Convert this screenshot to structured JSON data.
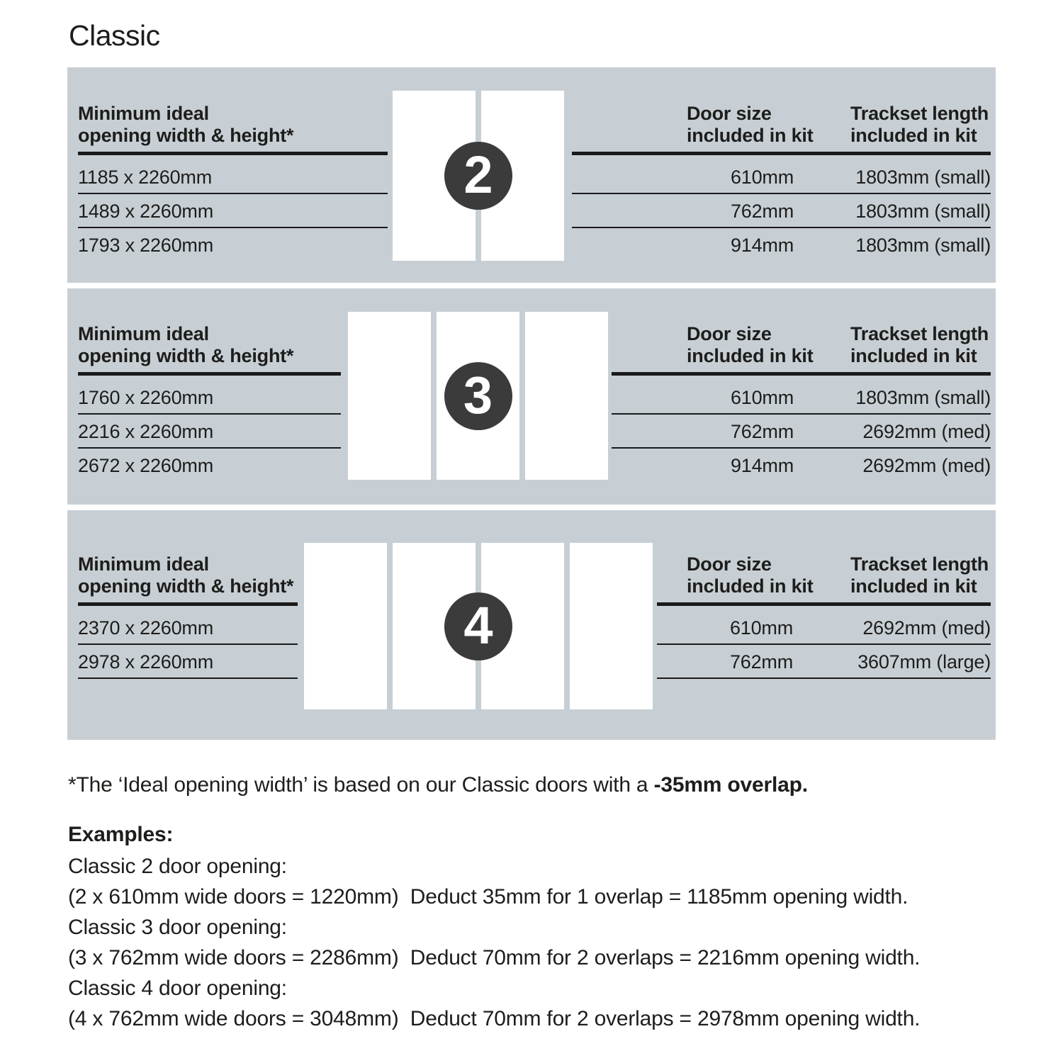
{
  "title": "Classic",
  "colors": {
    "panel": "#c7cfd5",
    "badge": "#3b3b3b",
    "line": "#1a1a1a",
    "text": "#1d1d1b",
    "door": "#ffffff"
  },
  "sections": [
    {
      "badge": "2",
      "opening_header": "Minimum ideal\nopening width & height*",
      "door_header": "Door size\nincluded in kit",
      "track_header": "Trackset length\nincluded in kit",
      "rows": [
        {
          "opening": "1185 x 2260mm",
          "door_size": "610mm",
          "trackset": "1803mm (small)"
        },
        {
          "opening": "1489 x 2260mm",
          "door_size": "762mm",
          "trackset": "1803mm (small)"
        },
        {
          "opening": "1793 x 2260mm",
          "door_size": "914mm",
          "trackset": "1803mm (small)"
        }
      ]
    },
    {
      "badge": "3",
      "opening_header": "Minimum ideal\nopening width & height*",
      "door_header": "Door size\nincluded in kit",
      "track_header": "Trackset length\nincluded in kit",
      "rows": [
        {
          "opening": "1760 x 2260mm",
          "door_size": "610mm",
          "trackset": "1803mm (small)"
        },
        {
          "opening": "2216 x 2260mm",
          "door_size": "762mm",
          "trackset": "2692mm (med)"
        },
        {
          "opening": "2672 x 2260mm",
          "door_size": "914mm",
          "trackset": "2692mm (med)"
        }
      ]
    },
    {
      "badge": "4",
      "opening_header": "Minimum ideal\nopening width & height*",
      "door_header": "Door size\nincluded in kit",
      "track_header": "Trackset length\nincluded in kit",
      "rows": [
        {
          "opening": "2370 x 2260mm",
          "door_size": "610mm",
          "trackset": "2692mm (med)"
        },
        {
          "opening": "2978 x 2260mm",
          "door_size": "762mm",
          "trackset": "3607mm (large)"
        }
      ]
    }
  ],
  "footnote": {
    "text": "*The ‘Ideal opening width’ is based on our Classic doors with a ",
    "bold": "-35mm overlap."
  },
  "examples": {
    "heading": "Examples:",
    "lines": [
      "Classic 2 door opening:",
      "(2 x 610mm wide doors = 1220mm)  Deduct 35mm for 1 overlap = 1185mm opening width.",
      "Classic 3 door opening:",
      "(3 x 762mm wide doors = 2286mm)  Deduct 70mm for 2 overlaps = 2216mm opening width.",
      "Classic 4 door opening:",
      "(4 x 762mm wide doors = 3048mm)  Deduct 70mm for 2 overlaps = 2978mm opening width."
    ]
  }
}
